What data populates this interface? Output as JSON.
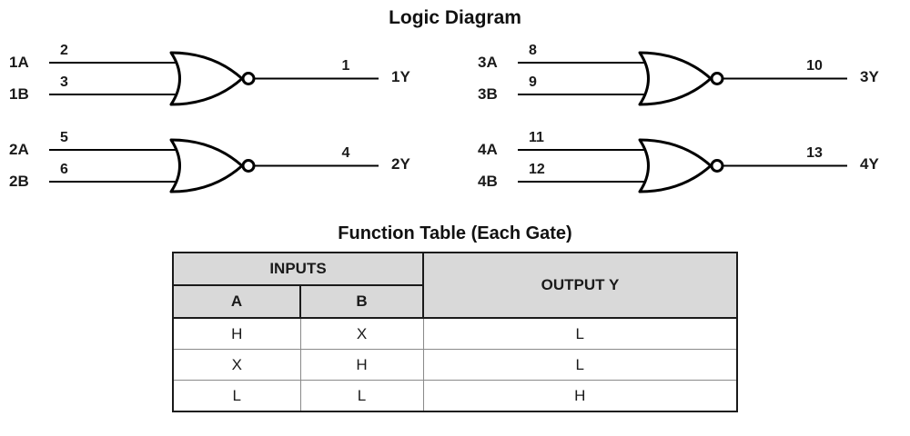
{
  "title": "Logic Diagram",
  "colors": {
    "table_header_bg": "#d9d9d9",
    "line_color": "#000000"
  },
  "gates": [
    {
      "input_a": "1A",
      "input_b": "1B",
      "pin_a": "2",
      "pin_b": "3",
      "pin_y": "1",
      "output": "1Y"
    },
    {
      "input_a": "3A",
      "input_b": "3B",
      "pin_a": "8",
      "pin_b": "9",
      "pin_y": "10",
      "output": "3Y"
    },
    {
      "input_a": "2A",
      "input_b": "2B",
      "pin_a": "5",
      "pin_b": "6",
      "pin_y": "4",
      "output": "2Y"
    },
    {
      "input_a": "4A",
      "input_b": "4B",
      "pin_a": "11",
      "pin_b": "12",
      "pin_y": "13",
      "output": "4Y"
    }
  ],
  "function_table": {
    "title": "Function Table (Each Gate)",
    "inputs_header": "INPUTS",
    "col_a": "A",
    "col_b": "B",
    "output_header": "OUTPUT Y",
    "rows": [
      {
        "a": "H",
        "b": "X",
        "y": "L"
      },
      {
        "a": "X",
        "b": "H",
        "y": "L"
      },
      {
        "a": "L",
        "b": "L",
        "y": "H"
      }
    ]
  }
}
